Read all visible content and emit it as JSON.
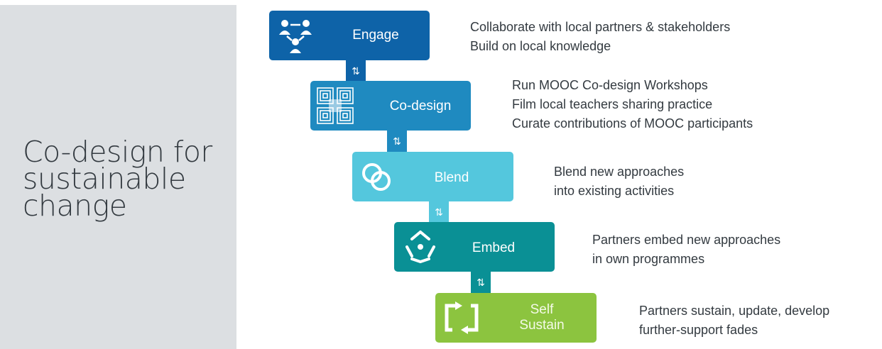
{
  "title": "Co-design for\nsustainable\nchange",
  "steps": [
    {
      "label": "Engage",
      "icon": "people-network-icon",
      "color": "#0e63a8",
      "description": [
        "Collaborate with local partners & stakeholders",
        "Build on local knowledge"
      ]
    },
    {
      "label": "Co-design",
      "icon": "maze-pattern-icon",
      "color": "#1f8ac0",
      "description": [
        "Run MOOC Co-design Workshops",
        "Film local teachers sharing practice",
        "Curate contributions of MOOC participants"
      ]
    },
    {
      "label": "Blend",
      "icon": "interlocking-rings-icon",
      "color": "#54c7dd",
      "description": [
        "Blend new approaches",
        "into existing activities"
      ]
    },
    {
      "label": "Embed",
      "icon": "converging-arrows-icon",
      "color": "#0a9095",
      "description": [
        "Partners embed new approaches",
        "in own programmes"
      ]
    },
    {
      "label": "Self\nSustain",
      "icon": "recycle-arrows-icon",
      "color": "#8cc43f",
      "description": [
        "Partners sustain, update, develop",
        "further-support fades"
      ]
    }
  ],
  "connector_symbol": "⇅"
}
